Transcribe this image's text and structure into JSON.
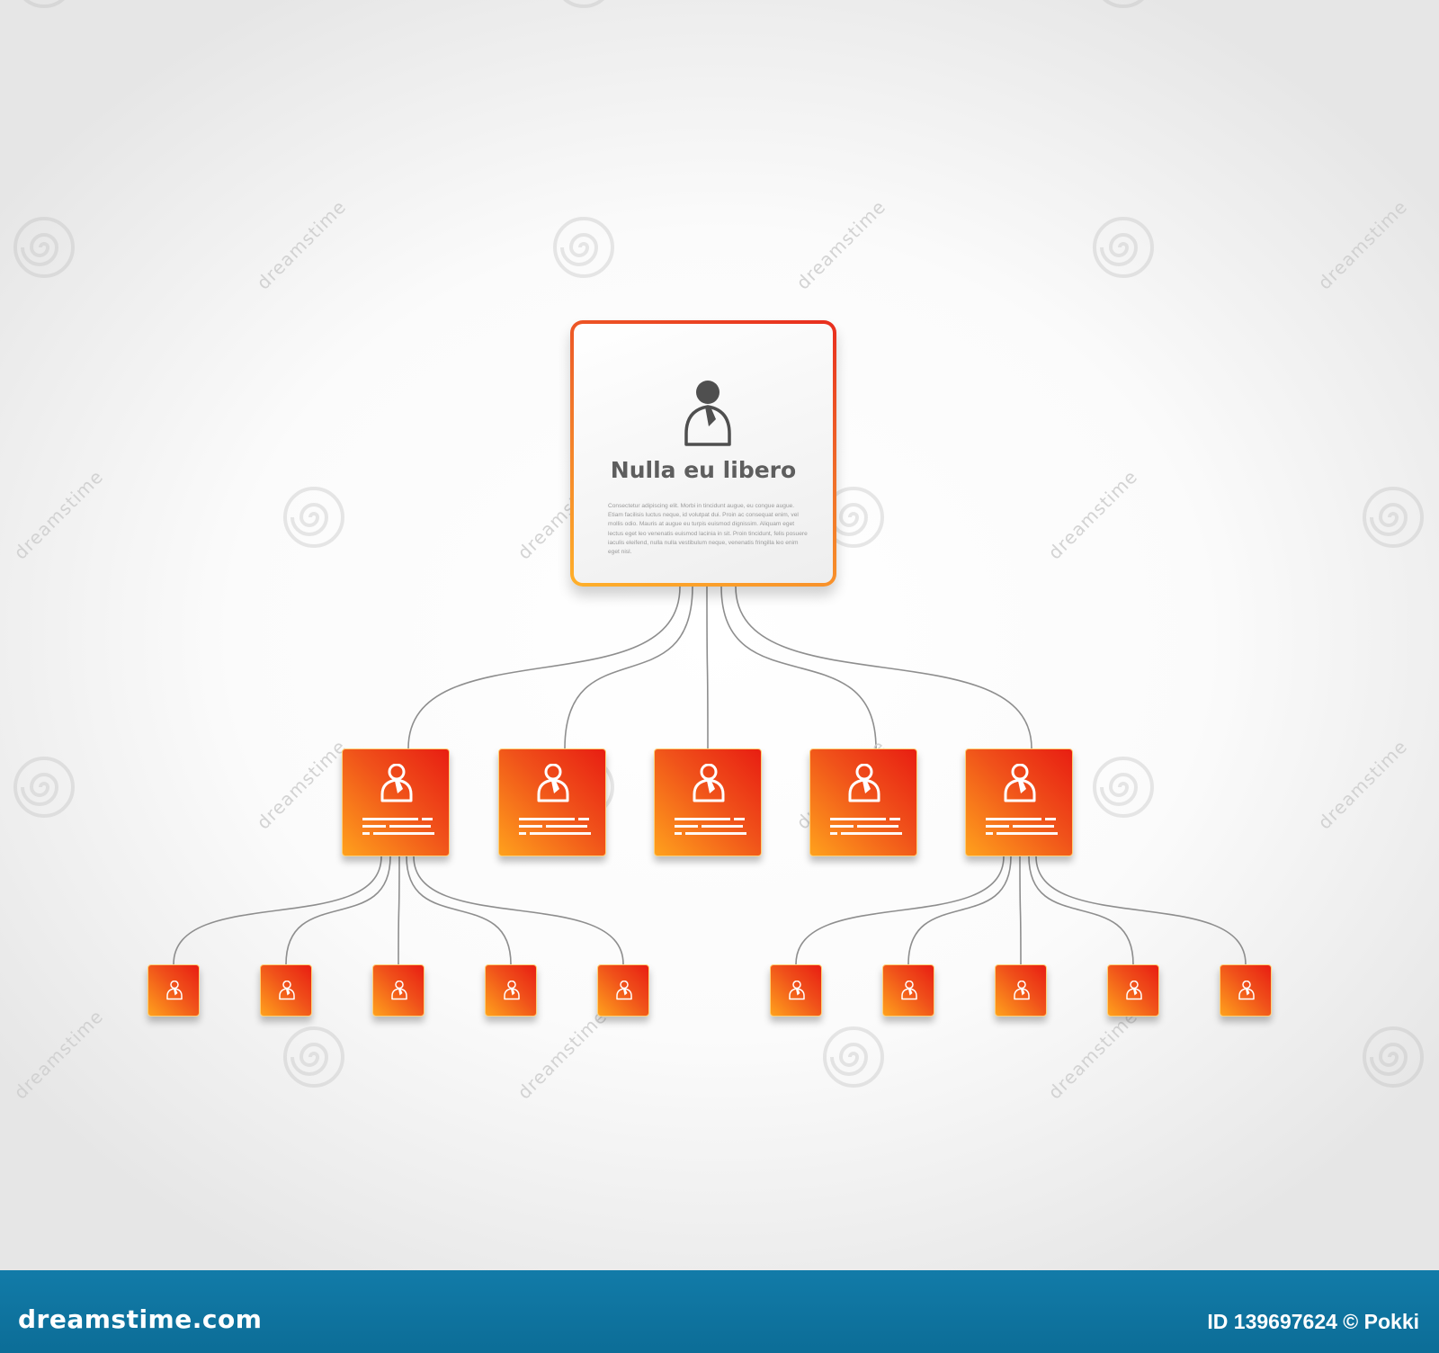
{
  "root": {
    "title": "Nulla eu libero",
    "body": "Consectetur adipiscing elit. Morbi in tincidunt augue, eu congue augue. Etiam facilisis luctus neque, id volutpat dui. Proin ac consequat enim, vel mollis odio. Mauris at augue eu turpis euismod dignissim. Aliquam eget lectus eget leo venenatis euismod lacinia in sit. Proin tincidunt, felis posuere iaculis eleifend, nulla nulla vestibulum neque, venenatis fringilla leo enim eget nisl.",
    "icon": "person-icon"
  },
  "level1": [
    {
      "id": "a",
      "icon": "person-icon"
    },
    {
      "id": "b",
      "icon": "person-icon"
    },
    {
      "id": "c",
      "icon": "person-icon"
    },
    {
      "id": "d",
      "icon": "person-icon"
    },
    {
      "id": "e",
      "icon": "person-icon"
    }
  ],
  "level2": [
    {
      "parent": "a",
      "icon": "person-icon"
    },
    {
      "parent": "a",
      "icon": "person-icon"
    },
    {
      "parent": "a",
      "icon": "person-icon"
    },
    {
      "parent": "a",
      "icon": "person-icon"
    },
    {
      "parent": "a",
      "icon": "person-icon"
    },
    {
      "parent": "e",
      "icon": "person-icon"
    },
    {
      "parent": "e",
      "icon": "person-icon"
    },
    {
      "parent": "e",
      "icon": "person-icon"
    },
    {
      "parent": "e",
      "icon": "person-icon"
    },
    {
      "parent": "e",
      "icon": "person-icon"
    }
  ],
  "colors": {
    "node_gradient_start": "#e81e12",
    "node_gradient_end": "#ffa11c",
    "connector": "#8e8e8e",
    "root_text": "#5e5e5e",
    "footer_bg": "#0f76a2"
  },
  "watermark": {
    "text": "dreamstime"
  },
  "footer": {
    "brand": "dreamstime.com",
    "image_id": "ID 139697624 © Pokki"
  }
}
